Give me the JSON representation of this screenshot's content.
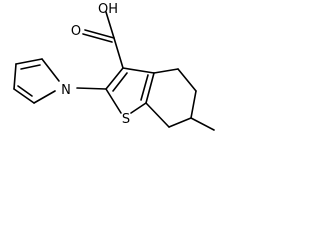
{
  "diagram": {
    "type": "chemical-structure",
    "atoms": [
      {
        "id": "cooh_label",
        "symbol": "OH"
      },
      {
        "id": "o_carbonyl",
        "symbol": "O"
      },
      {
        "id": "n_pyrrole",
        "symbol": "N"
      },
      {
        "id": "s_thiophene",
        "symbol": "S"
      }
    ]
  }
}
